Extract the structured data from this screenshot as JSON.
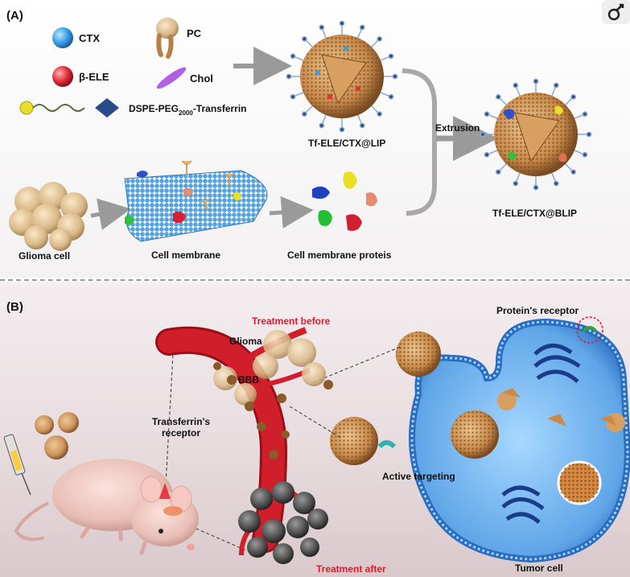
{
  "panel_a": {
    "label": "(A)",
    "legend": {
      "ctx": "CTX",
      "pc": "PC",
      "ele": "β-ELE",
      "chol": "Chol",
      "dspe_main": "DSPE-PEG",
      "dspe_sub": "2000",
      "dspe_tail": "-Transferrin"
    },
    "lip_label": "Tf-ELE/CTX@LIP",
    "extrusion_label": "Extrusion",
    "blip_label": "Tf-ELE/CTX@BLIP",
    "glioma_cell_label": "Glioma cell",
    "cell_membrane_label": "Cell membrane",
    "membrane_proteins_label": "Cell membrane proteis"
  },
  "panel_b": {
    "label": "(B)",
    "treatment_before": "Treatment before",
    "glioma": "Glioma",
    "bbb": "BBB",
    "transferrin_receptor_line1": "Transferrin's",
    "transferrin_receptor_line2": "receptor",
    "active_targeting": "Active targeting",
    "protein_receptor": "Protein's receptor",
    "treatment_after": "Treatment after",
    "tumor_cell": "Tumor cell"
  },
  "colors": {
    "ctx": "#3aa0e6",
    "ele": "#e0303c",
    "pc": "#c8935a",
    "chol": "#b060e0",
    "liposome": "#c98a4a",
    "vessel": "#d01f2a",
    "membrane": "#5fb0e8",
    "accent_red": "#e8152a"
  },
  "icons": {
    "top_right": "share-icon"
  }
}
